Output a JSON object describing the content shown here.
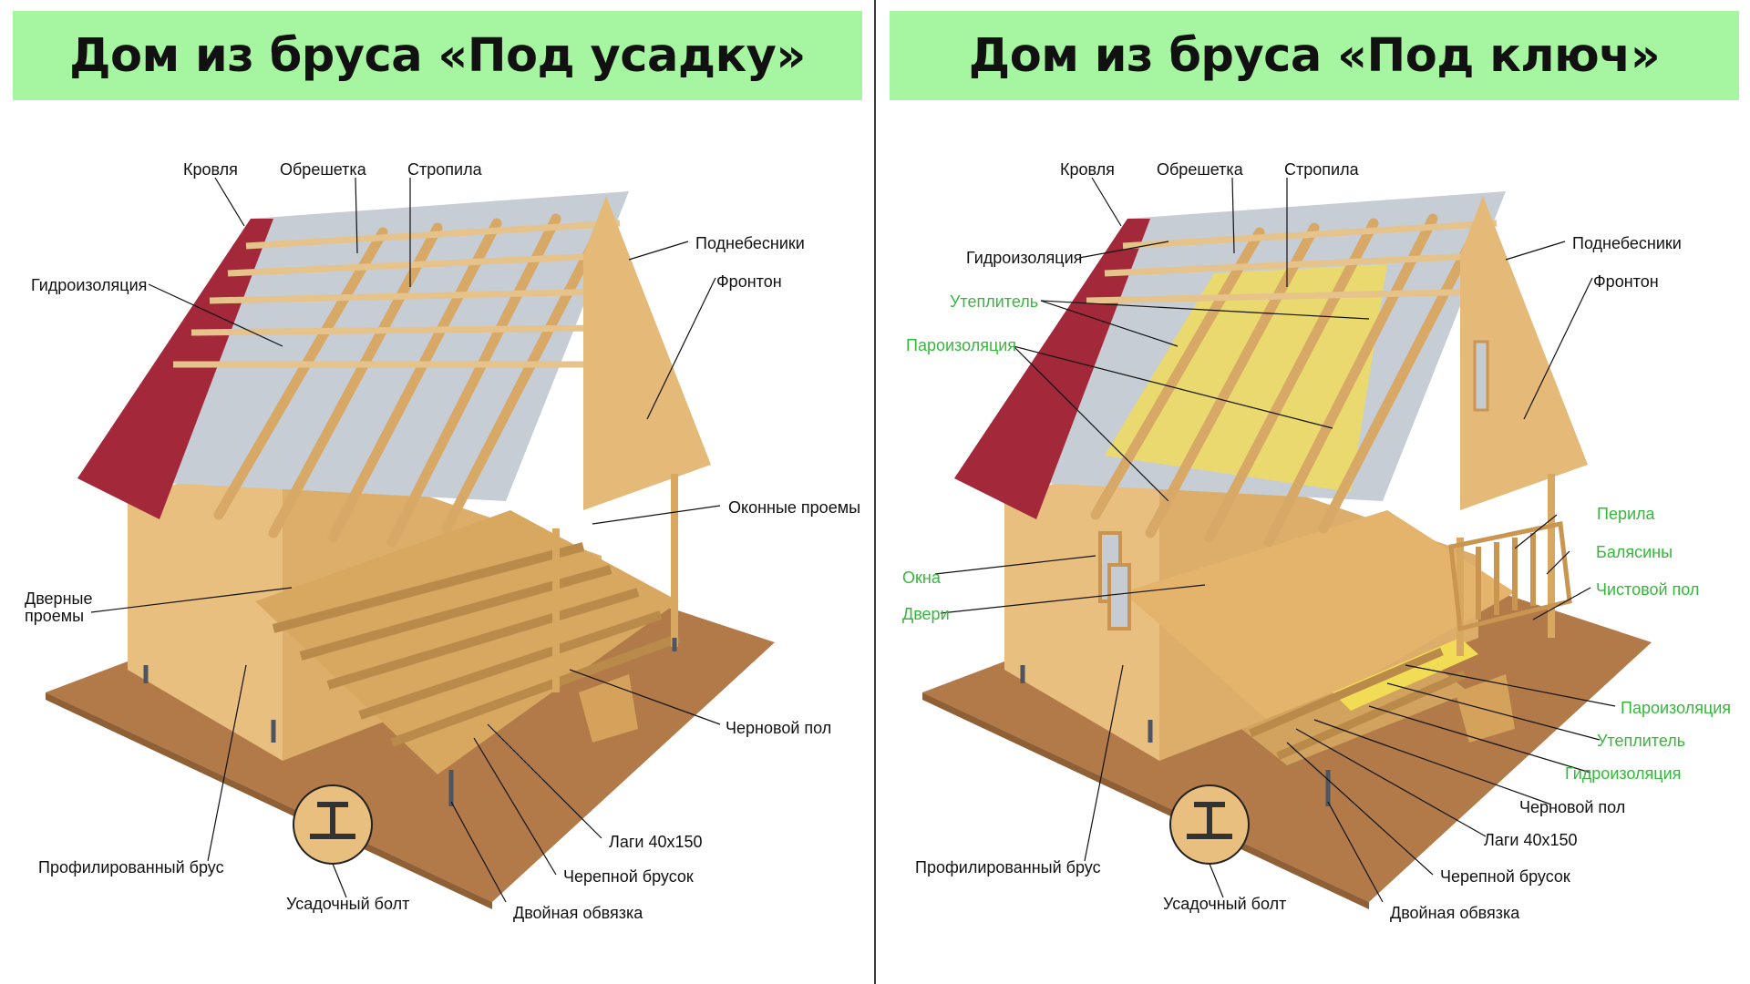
{
  "panels": [
    {
      "title": "Дом из бруса «Под усадку»",
      "labels": {
        "roofing": "Кровля",
        "lathing": "Обрешетка",
        "rafters": "Стропила",
        "soffits": "Поднебесники",
        "waterproofing": "Гидроизоляция",
        "gable": "Фронтон",
        "window_openings": "Оконные проемы",
        "door_openings": "Дверные\nпроемы",
        "rough_floor": "Черновой пол",
        "joists": "Лаги 40x150",
        "profiled_timber": "Профилированный брус",
        "skull_bar": "Черепной брусок",
        "shrink_bolt": "Усадочный болт",
        "double_strapping": "Двойная обвязка"
      }
    },
    {
      "title": "Дом из бруса «Под ключ»",
      "labels": {
        "roofing": "Кровля",
        "lathing": "Обрешетка",
        "rafters": "Стропила",
        "soffits": "Поднебесники",
        "waterproofing_roof": "Гидроизоляция",
        "gable": "Фронтон",
        "insulation_roof": "Утеплитель",
        "vapor_barrier_roof": "Пароизоляция",
        "railing": "Перила",
        "balusters": "Балясины",
        "finish_floor": "Чистовой пол",
        "windows": "Окна",
        "doors": "Двери",
        "vapor_barrier_floor": "Пароизоляция",
        "insulation_floor": "Утеплитель",
        "waterproofing_floor": "Гидроизоляция",
        "rough_floor": "Черновой пол",
        "joists": "Лаги 40x150",
        "profiled_timber": "Профилированный брус",
        "skull_bar": "Черепной брусок",
        "shrink_bolt": "Усадочный болт",
        "double_strapping": "Двойная обвязка"
      }
    }
  ],
  "colors": {
    "title_bg": "#a6f5a0",
    "roof": "#a3283a",
    "wood": "#e8bf7f",
    "wood_dark": "#c99550",
    "ground": "#b27a48",
    "insulation": "#f2dc55",
    "label_green": "#35b83a",
    "label_black": "#111111"
  },
  "icons": [
    "house-illustration",
    "bolt-detail-icon"
  ]
}
